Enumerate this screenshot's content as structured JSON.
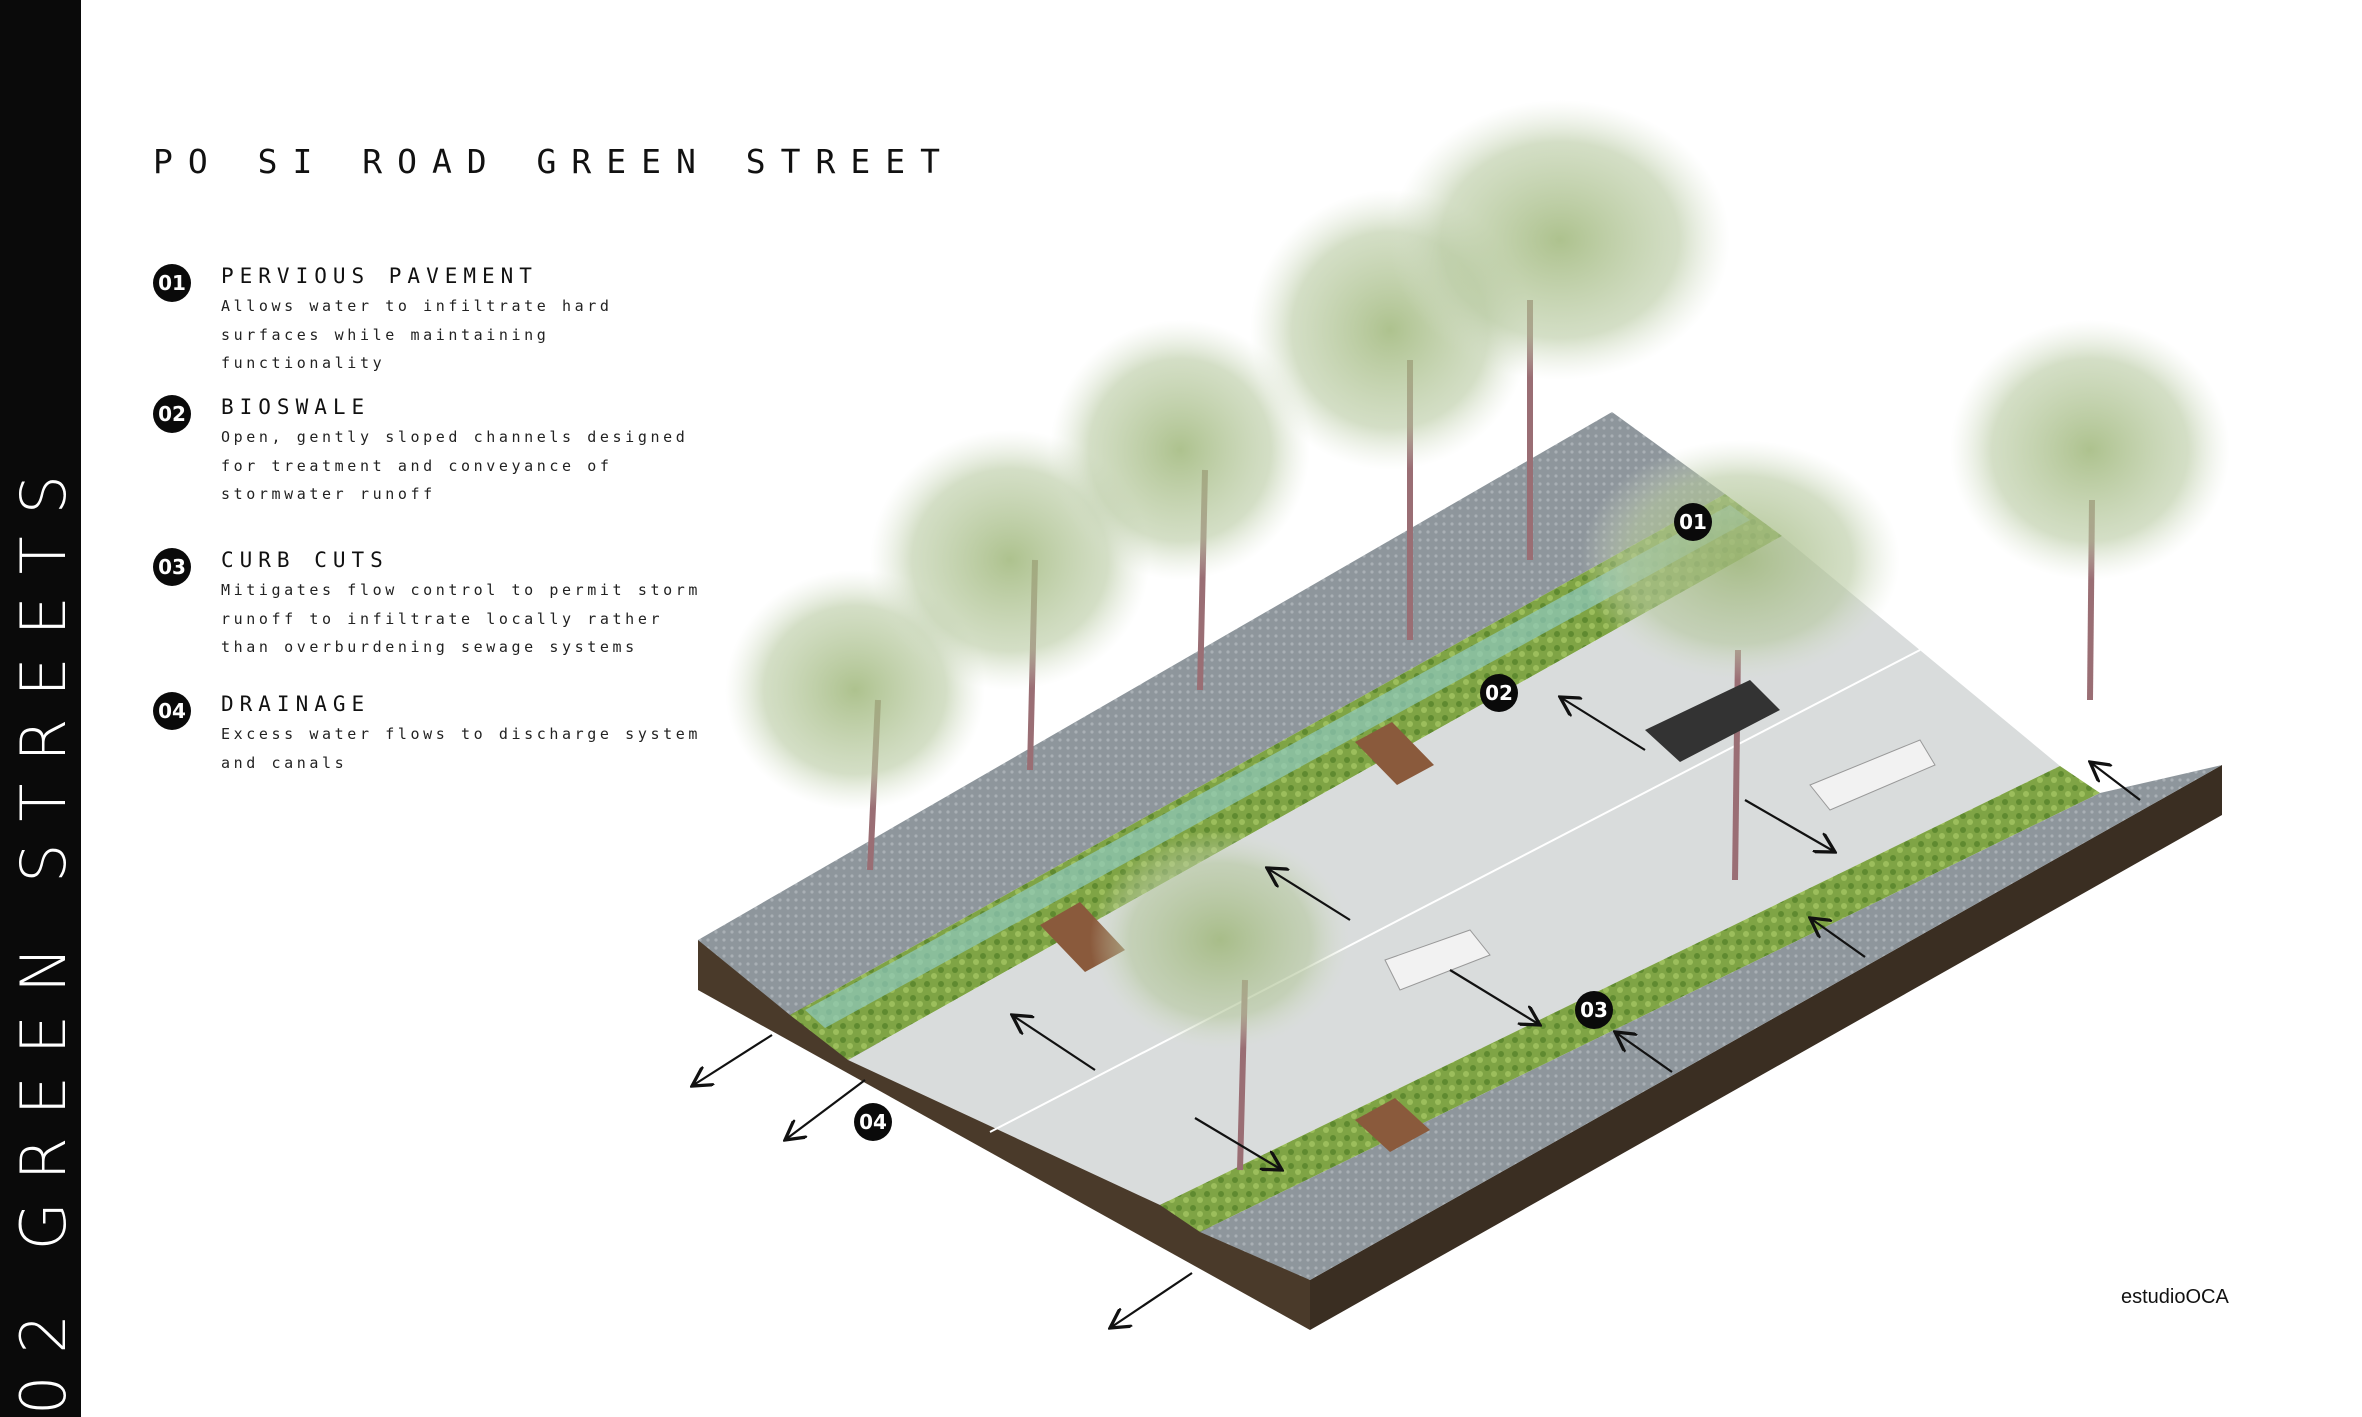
{
  "sidebar": {
    "title": "02 GREEN STREETS"
  },
  "title": "PO SI ROAD GREEN STREET",
  "legend": [
    {
      "number": "01",
      "title": "PERVIOUS PAVEMENT",
      "description": "Allows water to infiltrate hard surfaces while maintaining functionality"
    },
    {
      "number": "02",
      "title": "BIOSWALE",
      "description": "Open, gently sloped channels designed for treatment and conveyance of stormwater runoff"
    },
    {
      "number": "03",
      "title": "CURB CUTS",
      "description": "Mitigates flow control to permit storm runoff to infiltrate locally rather than overburdening sewage systems"
    },
    {
      "number": "04",
      "title": "DRAINAGE",
      "description": "Excess water flows to discharge system and canals"
    }
  ],
  "markers": [
    "01",
    "02",
    "03",
    "04"
  ],
  "credit": "estudioOCA",
  "colors": {
    "sidebar": "#0a0a0a",
    "paving": "#8e969c",
    "road": "#d9dcdc",
    "bioswale": "#7fa445",
    "water": "#8fc9c0",
    "soil": "#4a3a2a",
    "foliage": "#a8bf8a",
    "boardwalk": "#8a5a3c"
  }
}
